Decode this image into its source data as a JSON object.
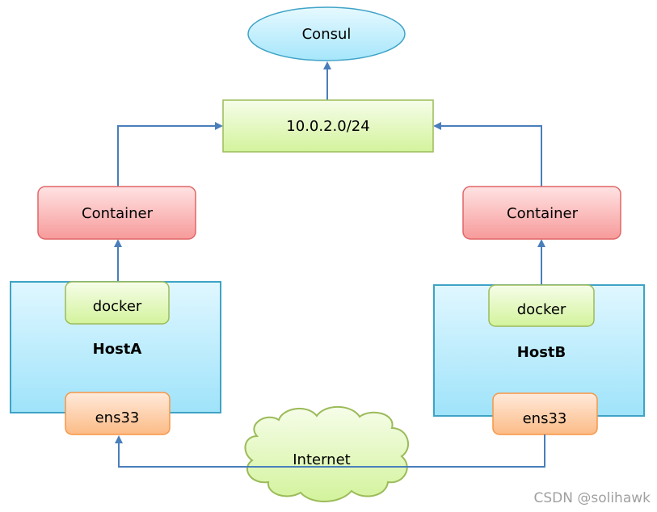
{
  "nodes": {
    "consul": "Consul",
    "subnet": "10.0.2.0/24",
    "container_a": "Container",
    "container_b": "Container",
    "host_a": "HostA",
    "host_b": "HostB",
    "docker_a": "docker",
    "docker_b": "docker",
    "ens_a": "ens33",
    "ens_b": "ens33",
    "internet": "Internet"
  },
  "watermark": "CSDN @solihawk",
  "colors": {
    "line": "#4a7ebb",
    "blue_fill": "#bfeefe",
    "green_fill": "#e4f8c4",
    "red_fill": "#fbb8b8",
    "orange_fill": "#fdd0a8",
    "host_fill": "#b8ecfb"
  }
}
